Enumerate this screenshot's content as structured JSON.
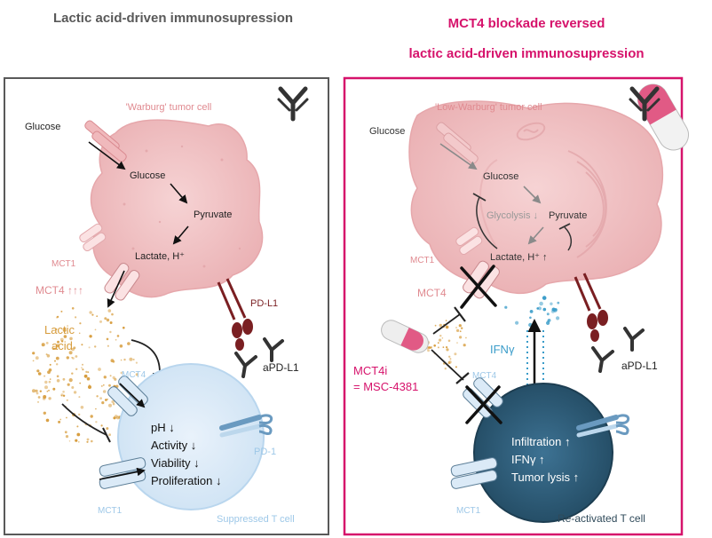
{
  "left_panel": {
    "title": "Lactic acid-driven immunosupression",
    "tumor_label": "'Warburg' tumor cell",
    "glucose_outside": "Glucose",
    "glucose_inside": "Glucose",
    "pyruvate": "Pyruvate",
    "lactate": "Lactate, H⁺",
    "mct1_tumor": "MCT1",
    "mct4_tumor": "MCT4 ↑↑↑",
    "lactic_acid_line1": "Lactic",
    "lactic_acid_line2": "acid",
    "pdl1": "PD-L1",
    "apdl1": "aPD-L1",
    "mct4_tcell": "MCT4",
    "pd1": "PD-1",
    "mct1_tcell": "MCT1",
    "tcell_effects": [
      "pH ↓",
      "Activity ↓",
      "Viability ↓",
      "Proliferation ↓"
    ],
    "tcell_label": "Suppressed T cell"
  },
  "right_panel": {
    "title_line1": "MCT4 blockade reversed",
    "title_line2": "lactic acid-driven immunosupression",
    "tumor_label": "'Low-Warburg' tumor cell",
    "glucose_outside": "Glucose",
    "glucose_inside": "Glucose",
    "glycolysis": "Glycolysis ↓",
    "pyruvate": "Pyruvate",
    "lactate": "Lactate, H⁺ ↑",
    "mct1_tumor": "MCT1",
    "mct4_tumor": "MCT4",
    "ifng": "IFNγ",
    "mct4i_line1": "MCT4i",
    "mct4i_line2": "= MSC-4381",
    "mct4_tcell": "MCT4",
    "apdl1": "aPD-L1",
    "tcell_effects": [
      "Infiltration ↑",
      "IFNγ ↑",
      "Tumor lysis ↑"
    ],
    "mct1_tcell": "MCT1",
    "tcell_label": "Re-activated T cell"
  },
  "colors": {
    "left_title": "#595959",
    "right_title": "#d6126b",
    "tumor_fill": "#f0c2c4",
    "tumor_text": "#e08a90",
    "tcell_left_fill": "#dbeaf7",
    "tcell_left_text": "#9ec8e8",
    "tcell_right_fill": "#2f5d78",
    "lactic_acid": "#d79c3c",
    "ifng": "#3a9cc9",
    "antibody": "#3a3a3a",
    "pdl1": "#7a1f22"
  }
}
